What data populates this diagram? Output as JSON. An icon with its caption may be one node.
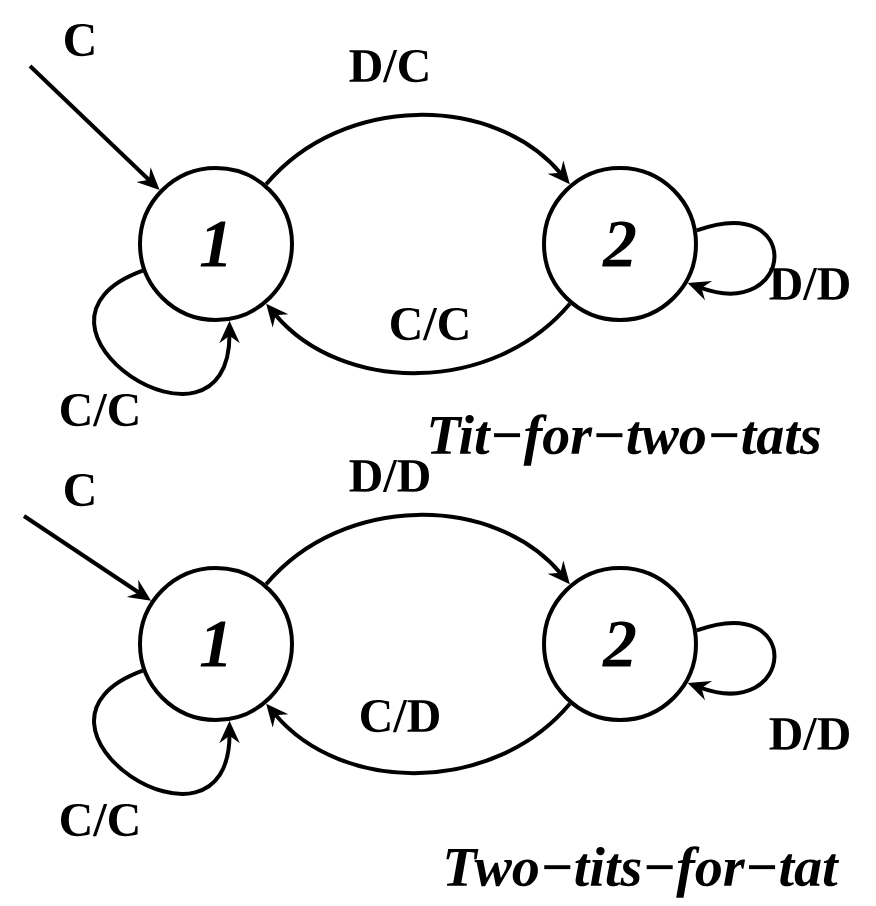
{
  "diagram": {
    "nodes": [
      {
        "text": [
          "1"
        ]
      },
      {
        "text": [
          "2"
        ]
      },
      {
        "text": [
          "1"
        ]
      },
      {
        "text": [
          "2"
        ]
      }
    ],
    "edges": [
      {
        "from": null,
        "to": 0,
        "arrow": "to",
        "label": "C"
      },
      {
        "from": 0,
        "to": 1,
        "arrow": "to",
        "label": "D/C"
      },
      {
        "from": 1,
        "to": 0,
        "arrow": "to",
        "label": "C/C"
      },
      {
        "from": 1,
        "to": 1,
        "arrow": "to",
        "label": "D/D"
      },
      {
        "from": 0,
        "to": 0,
        "arrow": "to",
        "label": "C/C"
      },
      {
        "from": null,
        "to": 2,
        "arrow": "to",
        "label": "C"
      },
      {
        "from": 2,
        "to": 3,
        "arrow": "to",
        "label": "D/D"
      },
      {
        "from": 3,
        "to": 2,
        "arrow": "to",
        "label": "C/D"
      },
      {
        "from": 3,
        "to": 3,
        "arrow": "to",
        "label": "D/D"
      },
      {
        "from": 2,
        "to": 2,
        "arrow": "to",
        "label": "C/C"
      }
    ],
    "labels": [
      "Tit−for−two−tats",
      "Two−tits−for−tat"
    ]
  }
}
